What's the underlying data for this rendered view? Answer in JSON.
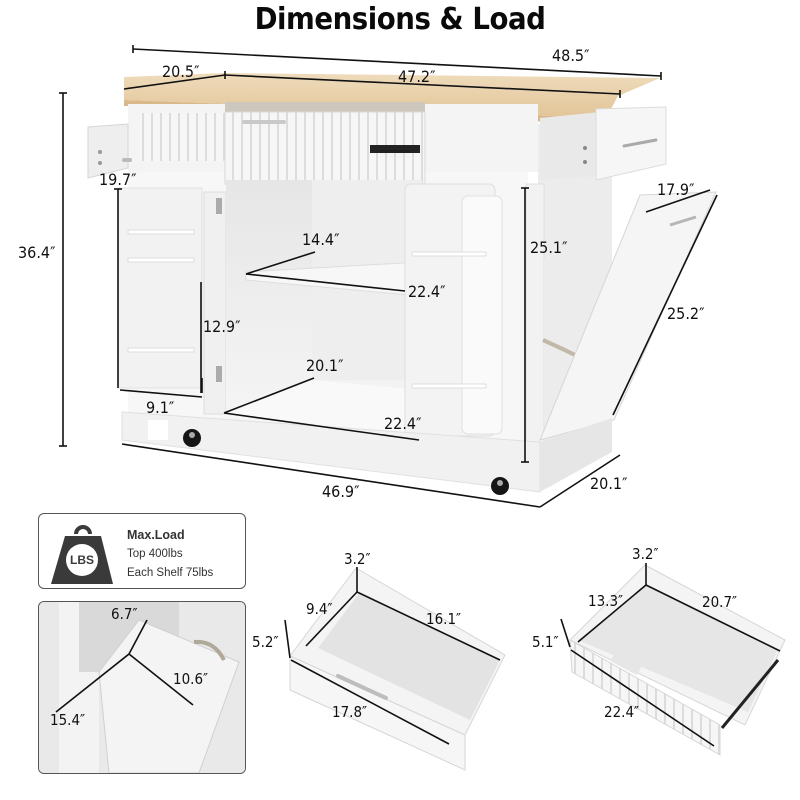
{
  "title": "Dimensions & Load",
  "colors": {
    "wood_top": "#e8cfa6",
    "cabinet_white": "#f4f4f4",
    "cabinet_shade": "#e2e2e2",
    "dimension_line": "#111111",
    "weight_icon": "#3a3a3a",
    "panel_border": "#555555"
  },
  "main_diagram": {
    "dimensions": {
      "overall_width_top": "48.5″",
      "depth_top": "20.5″",
      "cabinet_width_top": "47.2″",
      "overall_height": "36.4″",
      "side_rack_height": "19.7″",
      "side_rack_inner_height": "12.9″",
      "side_rack_depth": "9.1″",
      "upper_shelf_depth": "14.4″",
      "upper_shelf_width": "22.4″",
      "lower_shelf_depth": "20.1″",
      "lower_shelf_width": "22.4″",
      "trash_cabinet_height": "25.1″",
      "tilt_door_width": "17.9″",
      "tilt_door_height": "25.2″",
      "base_width": "46.9″",
      "base_depth": "20.1″"
    }
  },
  "load_panel": {
    "icon": "weight-lbs-icon",
    "icon_label": "LBS",
    "heading": "Max.Load",
    "lines": [
      "Top 400lbs",
      "Each Shelf 75lbs"
    ]
  },
  "trash_bin_detail": {
    "dimensions": {
      "top_depth": "6.7″",
      "width": "10.6″",
      "length": "15.4″"
    }
  },
  "small_drawer": {
    "dimensions": {
      "inner_height": "3.2″",
      "outer_height": "5.2″",
      "inner_width": "9.4″",
      "inner_length": "16.1″",
      "outer_length": "17.8″"
    }
  },
  "large_drawer": {
    "dimensions": {
      "inner_height": "3.2″",
      "outer_height": "5.1″",
      "inner_width": "13.3″",
      "inner_length": "20.7″",
      "outer_length": "22.4″"
    }
  }
}
